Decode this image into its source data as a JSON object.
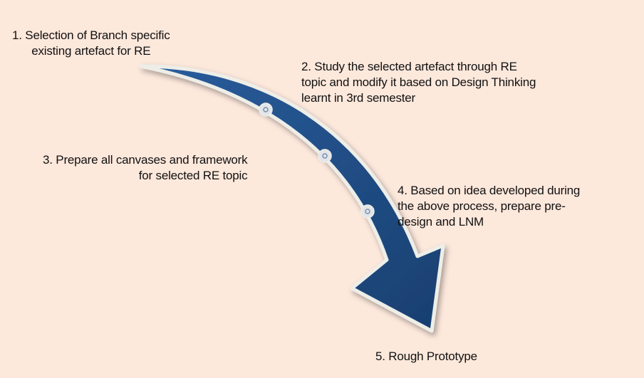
{
  "colors": {
    "background": "#fde8dc",
    "arrow_fill": "#1f4d87",
    "arrow_outline": "#eeeee8",
    "dot_fill": "#e2e5ea",
    "dot_ring": "#7b8fa8",
    "text": "#111111"
  },
  "steps": [
    {
      "lines": [
        "1. Selection of Branch specific",
        "existing artefact for RE"
      ]
    },
    {
      "lines": [
        "2. Study the selected artefact through RE",
        "topic and modify it based on Design Thinking",
        "learnt in 3rd semester"
      ]
    },
    {
      "lines": [
        "3. Prepare all canvases and framework",
        "for selected RE topic"
      ]
    },
    {
      "lines": [
        "4. Based on idea developed during",
        "the above process, prepare pre-",
        "design and LNM"
      ]
    },
    {
      "lines": [
        "5. Rough Prototype"
      ]
    }
  ]
}
